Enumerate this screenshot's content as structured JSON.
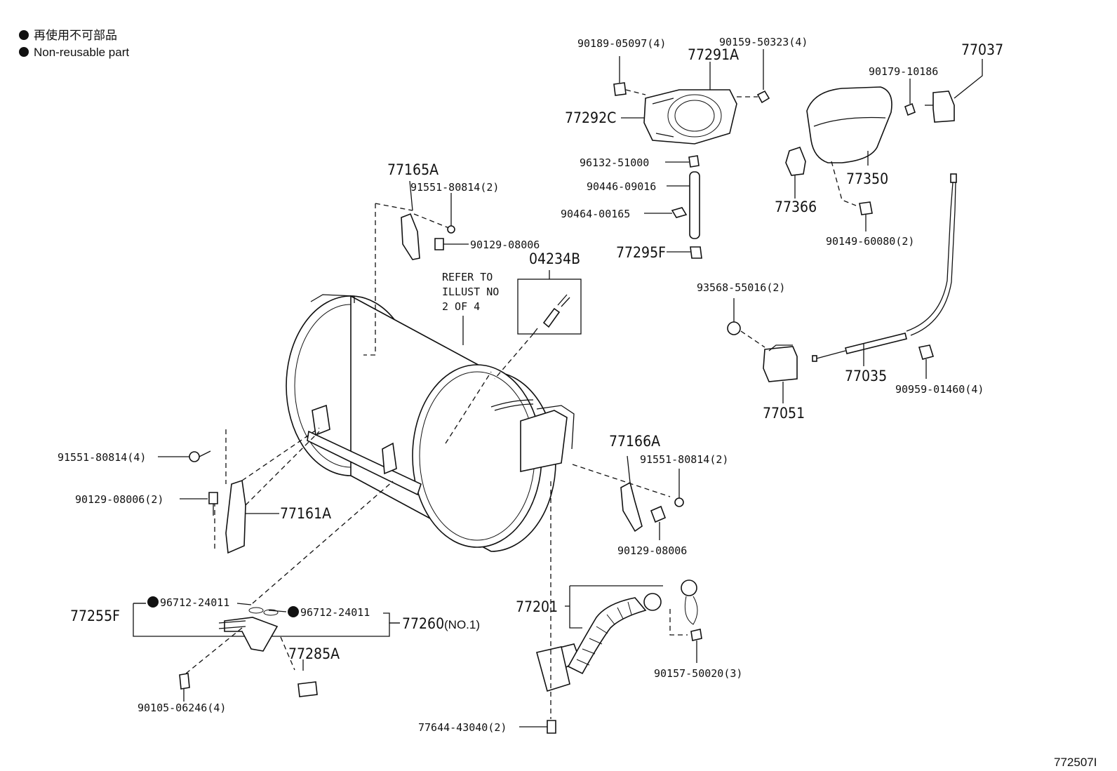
{
  "legend": {
    "line_jp": "再使用不可部品",
    "line_en": "Non-reusable part"
  },
  "refer_note": [
    "REFER TO",
    "ILLUST NO",
    "2 OF 4"
  ],
  "illustration_id": "772507I",
  "parts": {
    "p77291A": "77291A",
    "p90189": "90189-05097(4)",
    "p90159": "90159-50323(4)",
    "p77292C": "77292C",
    "p96132": "96132-51000",
    "p90446": "90446-09016",
    "p90464": "90464-00165",
    "p77295F": "77295F",
    "p90179": "90179-10186",
    "p77037": "77037",
    "p77350": "77350",
    "p77366": "77366",
    "p90149": "90149-60080(2)",
    "p77165A": "77165A",
    "p91551_top": "91551-80814(2)",
    "p90129_top": "90129-08006",
    "p04234B": "04234B",
    "p93568": "93568-55016(2)",
    "p77035": "77035",
    "p90959": "90959-01460(4)",
    "p77051": "77051",
    "p91551_left": "91551-80814(4)",
    "p90129_left": "90129-08006(2)",
    "p77161A": "77161A",
    "p77166A": "77166A",
    "p91551_right": "91551-80814(2)",
    "p90129_right": "90129-08006",
    "p77201": "77201",
    "p90157": "90157-50020(3)",
    "p77255F": "77255F",
    "p96712_left": "96712-24011",
    "p96712_right": "96712-24011",
    "p77260": "77260",
    "p77260_suffix": "(NO.1)",
    "p77285A": "77285A",
    "p90105": "90105-06246(4)",
    "p77644": "77644-43040(2)"
  }
}
